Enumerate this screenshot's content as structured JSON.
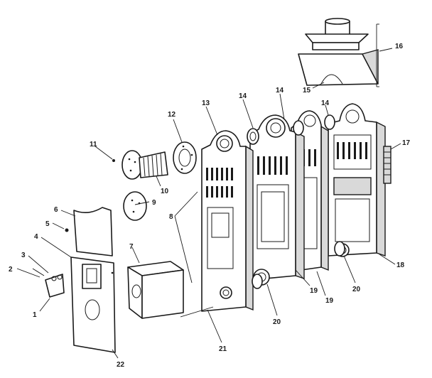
{
  "callouts": {
    "c1": "1",
    "c2": "2",
    "c3": "3",
    "c4": "4",
    "c5": "5",
    "c6": "6",
    "c7": "7",
    "c8": "8",
    "c9": "9",
    "c10": "10",
    "c11": "11",
    "c12": "12",
    "c13": "13",
    "c14a": "14",
    "c14b": "14",
    "c14c": "14",
    "c15": "15",
    "c16": "16",
    "c17": "17",
    "c18": "18",
    "c19a": "19",
    "c19b": "19",
    "c20a": "20",
    "c20b": "20",
    "c21": "21",
    "c22": "22"
  }
}
